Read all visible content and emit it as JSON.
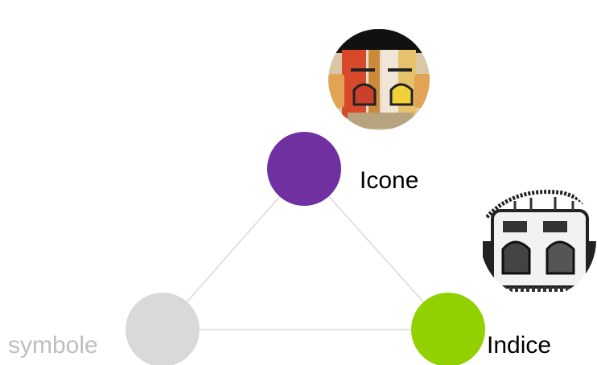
{
  "nodes": {
    "icone": {
      "label": "Icone",
      "color": "#7030a0",
      "label_color": "#000000"
    },
    "indice": {
      "label": "Indice",
      "color": "#92d000",
      "label_color": "#000000"
    },
    "symbole": {
      "label": "symbole",
      "color": "#d9d9d9",
      "label_color": "#bfbfbf"
    }
  },
  "edge_color": "#d9d9d9",
  "images": [
    {
      "icon": "kachina-mask-color-photo",
      "attached_to": "icone"
    },
    {
      "icon": "kachina-mask-bw-engraving",
      "attached_to": "indice"
    }
  ]
}
